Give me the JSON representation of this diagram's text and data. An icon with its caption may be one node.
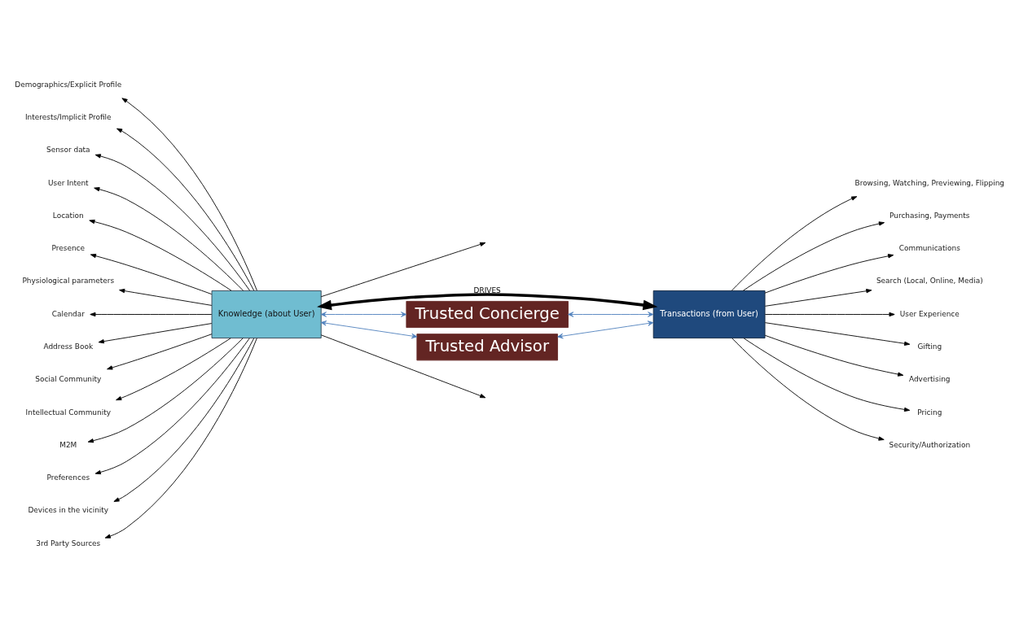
{
  "diagram": {
    "nodes": [
      {
        "text": [
          "Knowledge (about User)"
        ]
      },
      {
        "text": [
          "Transactions (from User)"
        ]
      },
      {
        "text": [
          "Trusted Concierge"
        ]
      },
      {
        "text": [
          "Trusted Advisor"
        ]
      },
      {
        "text": [
          "Demographics/Explicit Profile"
        ]
      },
      {
        "text": [
          "Interests/Implicit Profile"
        ]
      },
      {
        "text": [
          "Sensor data"
        ]
      },
      {
        "text": [
          "User Intent"
        ]
      },
      {
        "text": [
          "Location"
        ]
      },
      {
        "text": [
          "Presence"
        ]
      },
      {
        "text": [
          "Physiological parameters"
        ]
      },
      {
        "text": [
          "Calendar"
        ]
      },
      {
        "text": [
          "Address Book"
        ]
      },
      {
        "text": [
          "Social Community"
        ]
      },
      {
        "text": [
          "Intellectual Community"
        ]
      },
      {
        "text": [
          "M2M"
        ]
      },
      {
        "text": [
          "Preferences"
        ]
      },
      {
        "text": [
          "Devices in the vicinity"
        ]
      },
      {
        "text": [
          "3rd Party Sources"
        ]
      },
      {
        "text": [
          "Browsing, Watching, Previewing, Flipping"
        ]
      },
      {
        "text": [
          "Purchasing, Payments"
        ]
      },
      {
        "text": [
          "Communications"
        ]
      },
      {
        "text": [
          "Search (Local, Online, Media)"
        ]
      },
      {
        "text": [
          "User Experience"
        ]
      },
      {
        "text": [
          "Gifting"
        ]
      },
      {
        "text": [
          "Advertising"
        ]
      },
      {
        "text": [
          "Pricing"
        ]
      },
      {
        "text": [
          "Security/Authorization"
        ]
      }
    ],
    "edges": [
      {
        "from": 0,
        "to": 1,
        "arrow": "both",
        "label": "DRIVES",
        "style": "thick"
      },
      {
        "from": 0,
        "to": 2,
        "arrow": "both",
        "color": "#4f81bd"
      },
      {
        "from": 2,
        "to": 1,
        "arrow": "both",
        "color": "#4f81bd"
      },
      {
        "from": 0,
        "to": 3,
        "arrow": "both",
        "color": "#4f81bd"
      },
      {
        "from": 3,
        "to": 1,
        "arrow": "both",
        "color": "#4f81bd"
      },
      {
        "from": 0,
        "to": null,
        "arrow": "to"
      },
      {
        "from": 0,
        "to": 4,
        "arrow": "to"
      },
      {
        "from": 0,
        "to": 5,
        "arrow": "to"
      },
      {
        "from": 0,
        "to": 6,
        "arrow": "to"
      },
      {
        "from": 0,
        "to": 7,
        "arrow": "to"
      },
      {
        "from": 0,
        "to": 8,
        "arrow": "to"
      },
      {
        "from": 0,
        "to": 9,
        "arrow": "to"
      },
      {
        "from": 0,
        "to": 10,
        "arrow": "to"
      },
      {
        "from": 0,
        "to": 11,
        "arrow": "to"
      },
      {
        "from": 0,
        "to": 12,
        "arrow": "to"
      },
      {
        "from": 0,
        "to": 13,
        "arrow": "to"
      },
      {
        "from": 0,
        "to": 14,
        "arrow": "to"
      },
      {
        "from": 0,
        "to": 15,
        "arrow": "to"
      },
      {
        "from": 0,
        "to": 16,
        "arrow": "to"
      },
      {
        "from": 0,
        "to": 17,
        "arrow": "to"
      },
      {
        "from": 0,
        "to": 18,
        "arrow": "to"
      },
      {
        "from": 0,
        "to": null,
        "arrow": "to"
      },
      {
        "from": 1,
        "to": 19,
        "arrow": "to"
      },
      {
        "from": 1,
        "to": 20,
        "arrow": "to"
      },
      {
        "from": 1,
        "to": 21,
        "arrow": "to"
      },
      {
        "from": 1,
        "to": 22,
        "arrow": "to"
      },
      {
        "from": 1,
        "to": 23,
        "arrow": "to"
      },
      {
        "from": 1,
        "to": 24,
        "arrow": "to"
      },
      {
        "from": 1,
        "to": 25,
        "arrow": "to"
      },
      {
        "from": 1,
        "to": 26,
        "arrow": "to"
      },
      {
        "from": 1,
        "to": 27,
        "arrow": "to"
      }
    ]
  }
}
